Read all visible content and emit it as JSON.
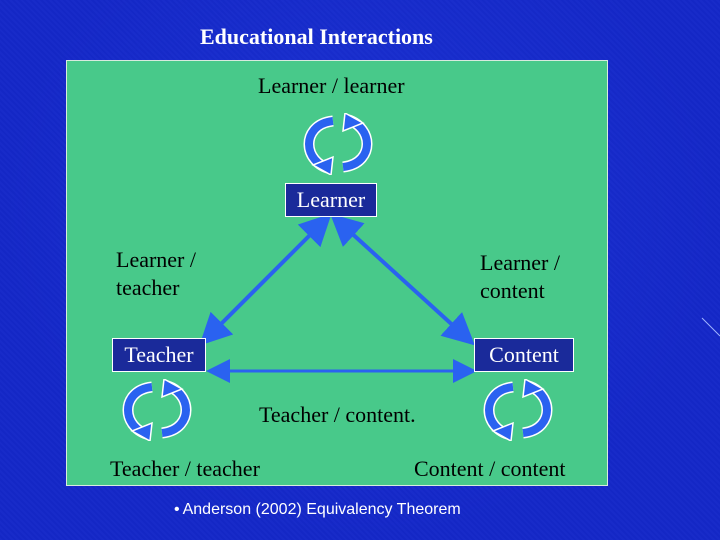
{
  "title": "Educational Interactions",
  "labels": {
    "learner_learner": "Learner / learner",
    "learner_teacher_line1": "Learner /",
    "learner_teacher_line2": "teacher",
    "learner_content_line1": "Learner /",
    "learner_content_line2": "content",
    "teacher_content": "Teacher / content.",
    "teacher_teacher": "Teacher / teacher",
    "content_content": "Content / content"
  },
  "nodes": {
    "learner": "Learner",
    "teacher": "Teacher",
    "content": "Content"
  },
  "footnote": {
    "bullet": "•",
    "text": "Anderson (2002) Equivalency Theorem"
  },
  "icons": {
    "cycle": "cycle-arrows-icon",
    "edge": "double-headed-arrow"
  },
  "colors": {
    "background": "#1428c8",
    "panel": "#48c98a",
    "node_fill": "#1a2a9a",
    "arrow": "#2a62f0",
    "text": "#000000",
    "title_text": "#ffffff"
  }
}
